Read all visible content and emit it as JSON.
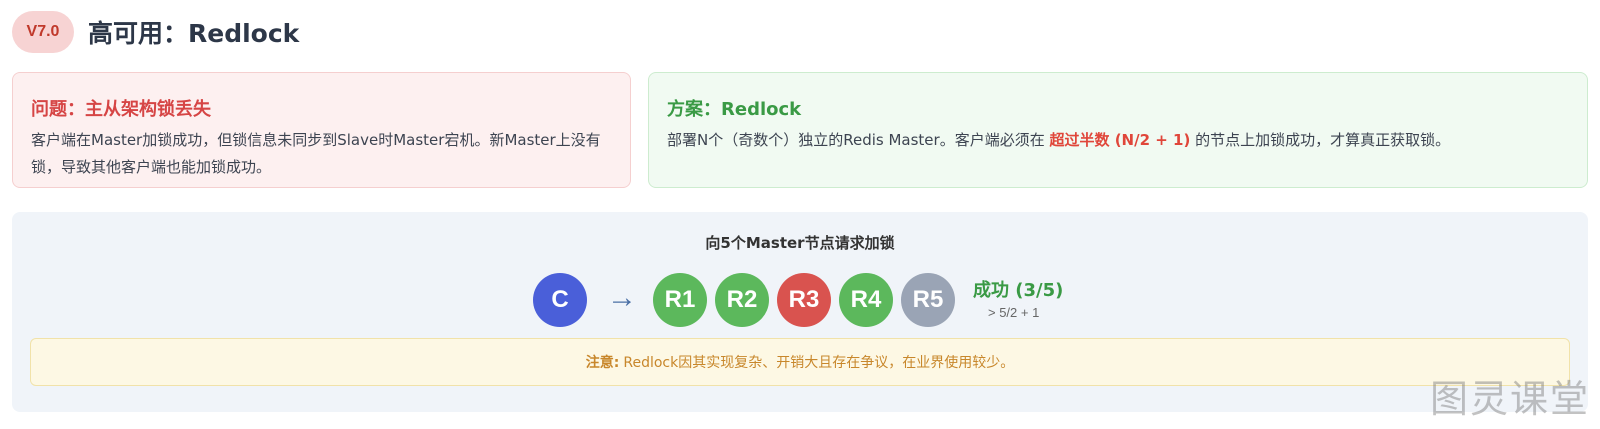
{
  "header": {
    "version": "V7.0",
    "title": "高可用：Redlock"
  },
  "problem": {
    "title": "问题：主从架构锁丢失",
    "text": "客户端在Master加锁成功，但锁信息未同步到Slave时Master宕机。新Master上没有锁，导致其他客户端也能加锁成功。"
  },
  "solution": {
    "title": "方案：Redlock",
    "text_before": "部署N个（奇数个）独立的Redis Master。客户端必须在 ",
    "highlight": "超过半数 (N/2 + 1)",
    "text_after": " 的节点上加锁成功，才算真正获取锁。"
  },
  "demo": {
    "title": "向5个Master节点请求加锁",
    "client": "C",
    "arrow": "→",
    "nodes": [
      "R1",
      "R2",
      "R3",
      "R4",
      "R5"
    ],
    "result": "成功 (3/5)",
    "result_sub": "> 5/2 + 1"
  },
  "note": {
    "label": "注意:",
    "text": "Redlock因其实现复杂、开销大且存在争议，在业界使用较少。"
  },
  "watermark": "图灵课堂",
  "colors": {
    "client": "#4a5fd9",
    "success": "#5cb85c",
    "failure": "#d9534f",
    "unreached": "#9aa4b5"
  }
}
